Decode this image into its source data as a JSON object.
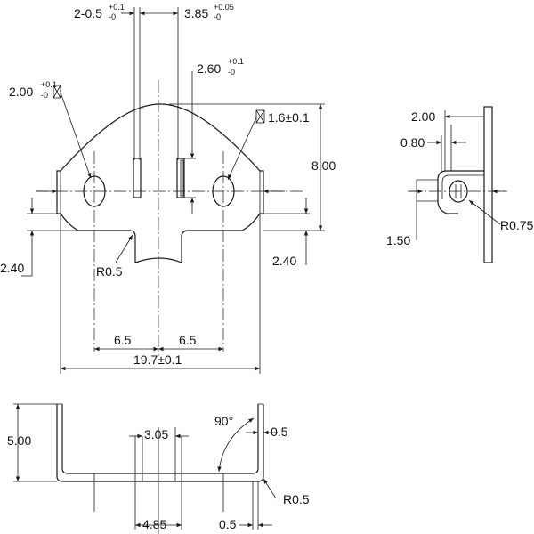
{
  "diagram": {
    "top_view": {
      "dim_slot_width": "2-0.5",
      "dim_slot_width_upper": "+0.1",
      "dim_slot_width_lower": "-0",
      "dim_slot_pitch": "3.85",
      "dim_slot_pitch_upper": "+0.05",
      "dim_slot_pitch_lower": "-0",
      "dim_slot_length": "2.60",
      "dim_slot_length_upper": "+0.1",
      "dim_slot_length_lower": "-0",
      "dim_hole_left": "2.00",
      "dim_hole_left_upper": "+0.1",
      "dim_hole_left_lower": "-0",
      "dim_hole_right": "1.6±0.1",
      "dim_height": "8.00",
      "dim_foot_left": "2.40",
      "dim_foot_right": "2.40",
      "dim_radius": "R0.5",
      "dim_half_left": "6.5",
      "dim_half_right": "6.5",
      "dim_overall": "19.7±0.1"
    },
    "side_view": {
      "dim_top": "2.00",
      "dim_inner": "0.80",
      "dim_radius": "R0.75",
      "dim_bottom": "1.50"
    },
    "bottom_view": {
      "dim_height": "5.00",
      "dim_angle": "90°",
      "dim_thickness": "0.5",
      "dim_slot": "3.05",
      "dim_pitch": "4.85",
      "dim_gap": "0.5",
      "dim_radius": "R0.5"
    }
  }
}
